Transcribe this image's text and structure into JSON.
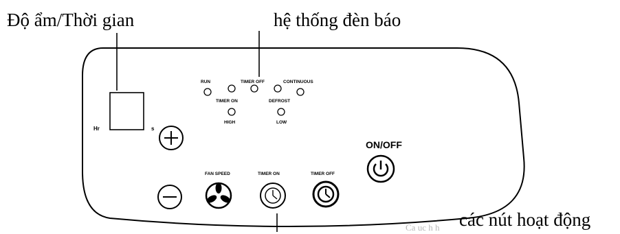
{
  "captions": {
    "humidity_time": "Độ ẩm/Thời gian",
    "indicator_system": "hệ thống đèn báo",
    "operation_buttons": "các nút hoạt động",
    "faded_text": "Ca uc h h"
  },
  "panel": {
    "display": {
      "left_label": "Hr",
      "right_label": "s"
    },
    "indicators": {
      "run": "RUN",
      "timer_off": "TIMER OFF",
      "continuous": "CONTINUOUS",
      "timer_on": "TIMER ON",
      "defrost": "DEFROST",
      "high": "HIGH",
      "low": "LOW"
    },
    "buttons": {
      "plus": "+",
      "minus": "−",
      "fan_speed": "FAN SPEED",
      "timer_on": "TIMER ON",
      "timer_off": "TIMER OFF",
      "on_off": "ON/OFF"
    }
  },
  "icons": {
    "fan": "fan-icon",
    "clock": "clock-icon",
    "power": "power-icon"
  }
}
